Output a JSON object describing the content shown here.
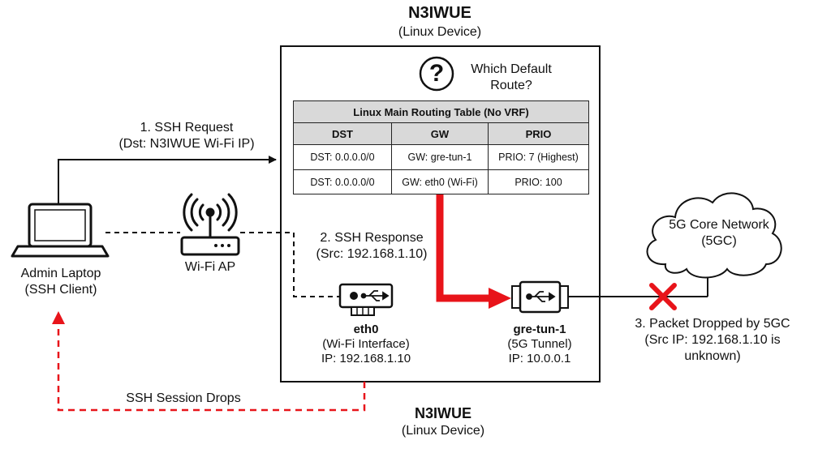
{
  "device_top": {
    "name": "N3IWUE",
    "subtitle": "(Linux Device)"
  },
  "device_bottom": {
    "name": "N3IWUE",
    "subtitle": "(Linux Device)"
  },
  "question": {
    "symbol": "?",
    "line1": "Which Default",
    "line2": "Route?"
  },
  "routing_table": {
    "title": "Linux Main Routing Table (No VRF)",
    "columns": [
      "DST",
      "GW",
      "PRIO"
    ],
    "rows": [
      [
        "DST: 0.0.0.0/0",
        "GW: gre-tun-1",
        "PRIO: 7 (Highest)"
      ],
      [
        "DST: 0.0.0.0/0",
        "GW: eth0 (Wi-Fi)",
        "PRIO: 100"
      ]
    ]
  },
  "laptop": {
    "line1": "Admin Laptop",
    "line2": "(SSH Client)"
  },
  "wifi_ap": {
    "label": "Wi-Fi AP"
  },
  "ssh_request": {
    "line1": "1. SSH Request",
    "line2": "(Dst: N3IWUE Wi-Fi IP)"
  },
  "ssh_response": {
    "line1": "2. SSH Response",
    "line2": "(Src: 192.168.1.10)"
  },
  "eth0": {
    "name": "eth0",
    "line1": "(Wi-Fi Interface)",
    "line2": "IP: 192.168.1.10"
  },
  "gre": {
    "name": "gre-tun-1",
    "line1": "(5G Tunnel)",
    "line2": "IP: 10.0.0.1"
  },
  "cloud": {
    "line1": "5G Core Network",
    "line2": "(5GC)"
  },
  "dropped": {
    "line1": "3. Packet Dropped by 5GC",
    "line2": "(Src IP: 192.168.1.10 is",
    "line3": "unknown)"
  },
  "session_drops": {
    "label": "SSH Session Drops"
  },
  "colors": {
    "accent_red": "#e8141a",
    "table_header": "#d9d9d9",
    "line": "#111111"
  },
  "icons": [
    "help-circle-icon",
    "laptop-icon",
    "router-icon",
    "usb-nic-icon",
    "usb-tunnel-icon",
    "cloud-icon",
    "cross-icon"
  ]
}
